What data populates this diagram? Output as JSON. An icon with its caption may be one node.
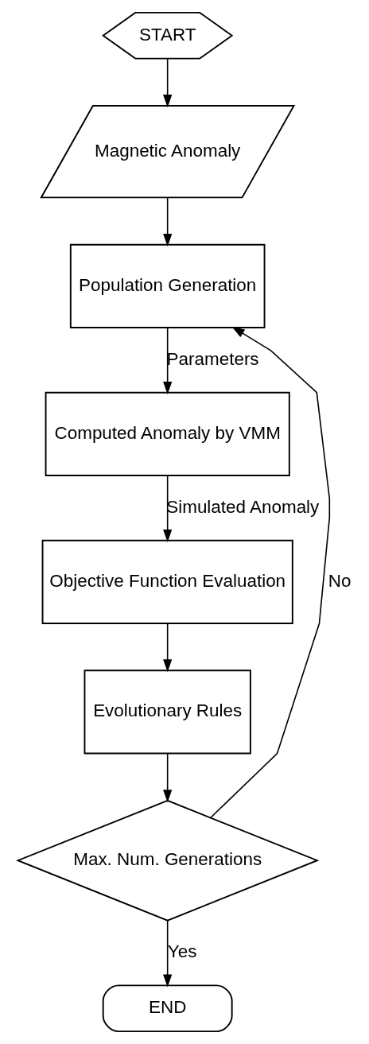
{
  "diagram": {
    "nodes": [
      {
        "text": [
          "START"
        ]
      },
      {
        "text": [
          "Magnetic Anomaly"
        ]
      },
      {
        "text": [
          "Population Generation"
        ]
      },
      {
        "text": [
          "Computed Anomaly by VMM"
        ]
      },
      {
        "text": [
          "Objective Function Evaluation"
        ]
      },
      {
        "text": [
          "Evolutionary Rules"
        ]
      },
      {
        "text": [
          "Max. Num. Generations"
        ]
      },
      {
        "text": [
          "END"
        ]
      }
    ],
    "edges": [
      {
        "from": 0,
        "to": 1,
        "arrow": "to"
      },
      {
        "from": 1,
        "to": 2,
        "arrow": "to"
      },
      {
        "from": 2,
        "to": 3,
        "arrow": "to",
        "label": "Parameters"
      },
      {
        "from": 3,
        "to": 4,
        "arrow": "to",
        "label": "Simulated Anomaly"
      },
      {
        "from": 4,
        "to": 5,
        "arrow": "to"
      },
      {
        "from": 5,
        "to": 6,
        "arrow": "to"
      },
      {
        "from": 6,
        "to": 7,
        "arrow": "to",
        "label": "Yes"
      },
      {
        "from": 6,
        "to": 2,
        "arrow": "to",
        "label": "No"
      }
    ]
  }
}
